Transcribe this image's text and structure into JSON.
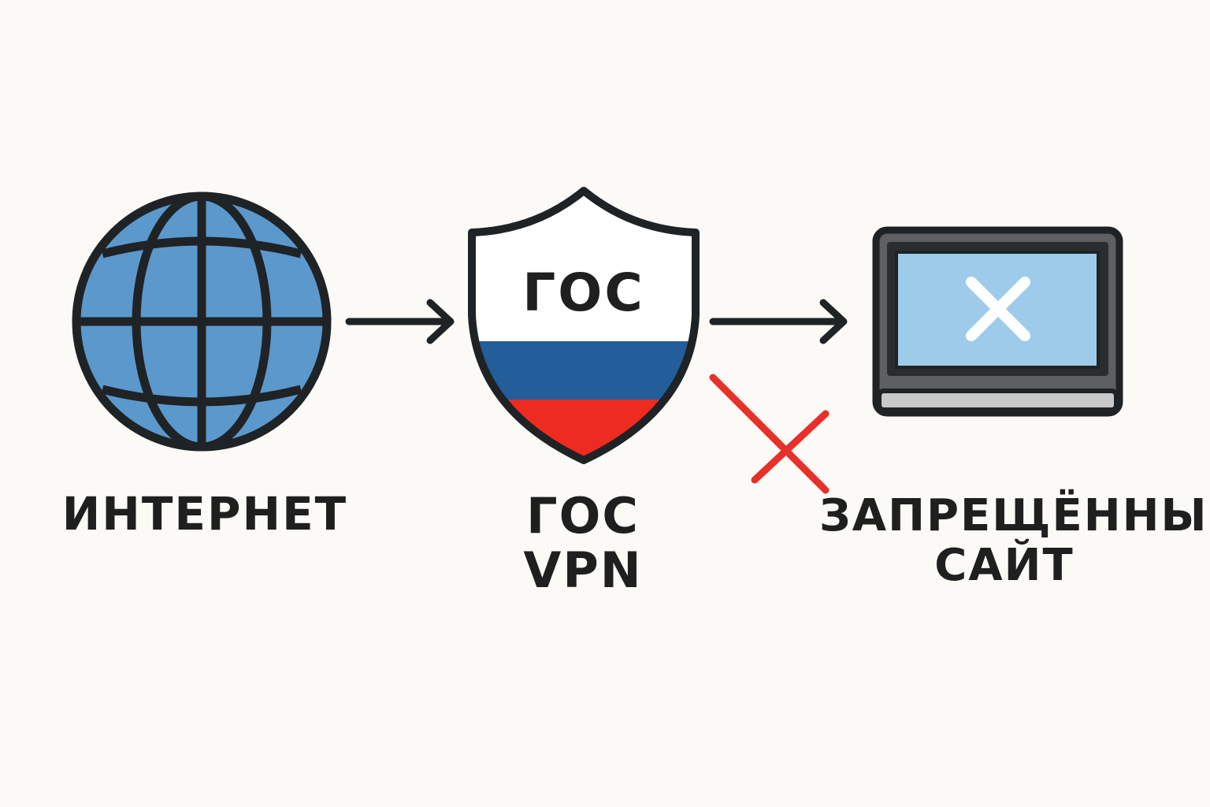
{
  "nodes": {
    "internet": {
      "label": "ИНТЕРНЕТ",
      "icon": "globe-icon",
      "color": "#5b98cc"
    },
    "gov_vpn": {
      "label_line1": "ГОС",
      "label_line2": "VPN",
      "shield_text": "ГОС",
      "icon": "shield-icon",
      "flag_colors": [
        "#ffffff",
        "#235d9a",
        "#ee2b20"
      ]
    },
    "blocked_site": {
      "label_line1": "ЗАПРЕЩЁННЫЙ",
      "label_line2": "САЙТ",
      "icon": "laptop-icon",
      "screen_color": "#9ecbea"
    }
  },
  "connections": [
    {
      "from": "internet",
      "to": "gov_vpn",
      "icon": "arrow-right-icon"
    },
    {
      "from": "gov_vpn",
      "to": "blocked_site",
      "icon": "arrow-right-icon"
    }
  ],
  "block_mark": {
    "icon": "red-cross-icon",
    "color": "#e8302a"
  },
  "colors": {
    "background": "#fbfaf6",
    "stroke": "#1f2326"
  }
}
